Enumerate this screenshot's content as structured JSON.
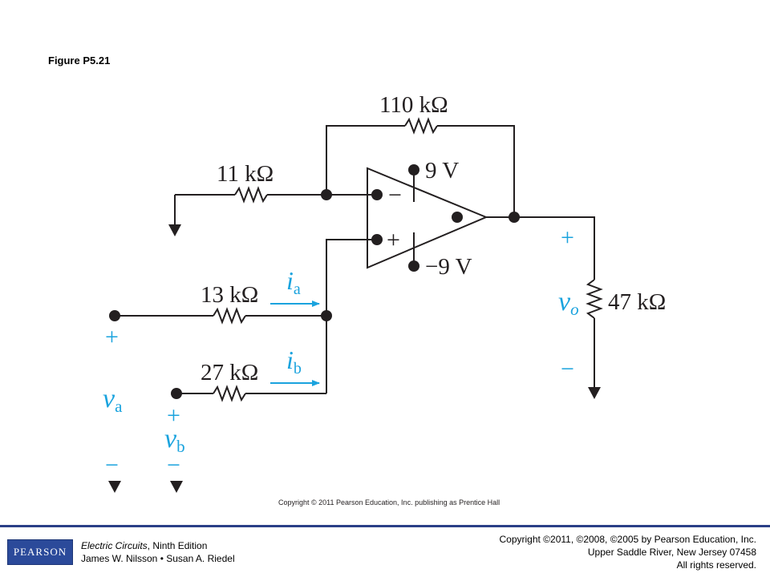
{
  "figure": {
    "title": "Figure P5.21"
  },
  "circuit": {
    "labels": {
      "r_feedback": "110 kΩ",
      "r_inverting": "11 kΩ",
      "r_a": "13 kΩ",
      "r_b": "27 kΩ",
      "r_load": "47 kΩ",
      "supply_positive": "9 V",
      "supply_negative": "−9 V",
      "input_minus": "−",
      "input_plus": "+",
      "current_a": "i",
      "current_a_sub": "a",
      "current_b": "i",
      "current_b_sub": "b",
      "v_a": "v",
      "v_a_sub": "a",
      "v_b": "v",
      "v_b_sub": "b",
      "v_o": "v",
      "v_o_sub": "o",
      "plus": "+",
      "minus": "−"
    },
    "colors": {
      "wire": "#231f20",
      "annotation": "#1aa3de"
    },
    "copyright": "Copyright © 2011 Pearson Education, Inc. publishing as Prentice Hall"
  },
  "footer": {
    "logo": "PEARSON",
    "book_title": "Electric Circuits",
    "book_edition": ", Ninth Edition",
    "authors": "James W. Nilsson • Susan A. Riedel",
    "copyright_line1": "Copyright ©2011, ©2008, ©2005 by Pearson Education, Inc.",
    "copyright_line2": "Upper Saddle River, New Jersey 07458",
    "copyright_line3": "All rights reserved."
  }
}
